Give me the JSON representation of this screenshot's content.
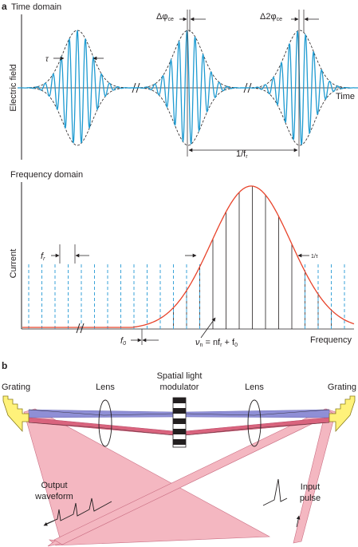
{
  "panel_a": {
    "letter": "a",
    "time_domain": {
      "title": "Time domain",
      "y_axis_label": "Electric field",
      "x_axis_label": "Time",
      "tau_label": "τ",
      "delta_phi_label": "Δφ",
      "delta_phi_sub": "ce",
      "delta2_phi_label": "Δ2φ",
      "delta2_phi_sub": "ce",
      "period_label": "1/f",
      "period_sub": "r"
    },
    "frequency_domain": {
      "title": "Frequency domain",
      "y_axis_label": "Current",
      "x_axis_label": "Frequency",
      "fr_label": "f",
      "fr_sub": "r",
      "f0_label": "f",
      "f0_sub": "0",
      "width_label": "1/τ",
      "mode_eq": {
        "nu": "ν",
        "nu_sub": "n",
        "eq": " = nf",
        "eq_sub": "r",
        "tail": " + f",
        "tail_sub": "0"
      }
    }
  },
  "panel_b": {
    "letter": "b",
    "grating_left": "Grating",
    "grating_right": "Grating",
    "lens_left": "Lens",
    "lens_right": "Lens",
    "slm_line1": "Spatial light",
    "slm_line2": "modulator",
    "output_line1": "Output",
    "output_line2": "waveform",
    "input_line1": "Input",
    "input_line2": "pulse"
  },
  "colors": {
    "pulse": "#1f9bd1",
    "comb_dashed": "#3aa3d8",
    "envelope": "#e8432a",
    "blue_beam": "#8f8fd6",
    "red_beam": "#d9647e",
    "pink_beam": "#f4b7c1",
    "grating": "#fff27a",
    "ink": "#231f20"
  }
}
